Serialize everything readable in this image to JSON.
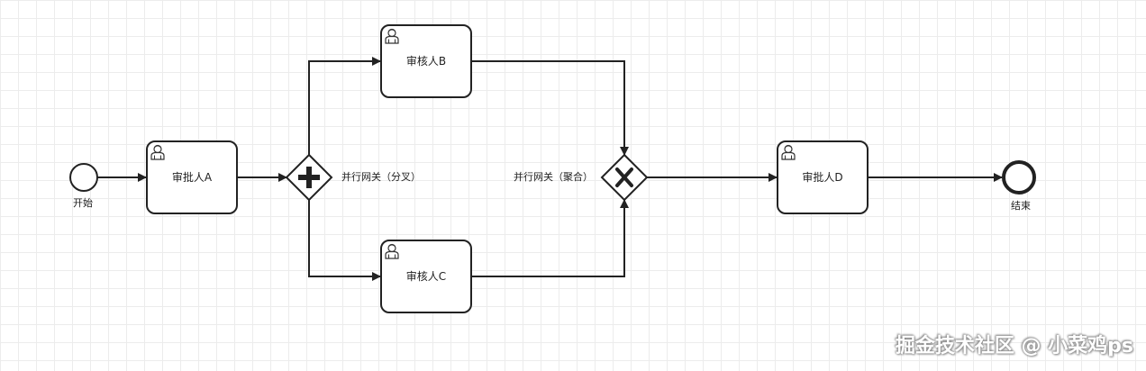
{
  "start_event": {
    "label": "开始"
  },
  "end_event": {
    "label": "结束"
  },
  "tasks": {
    "approver_a": {
      "label": "审批人A",
      "icon": "user-icon"
    },
    "reviewer_b": {
      "label": "审核人B",
      "icon": "user-icon"
    },
    "reviewer_c": {
      "label": "审核人C",
      "icon": "user-icon"
    },
    "approver_d": {
      "label": "审批人D",
      "icon": "user-icon"
    }
  },
  "gateways": {
    "split": {
      "label": "并行网关（分叉）",
      "icon": "parallel-plus-icon"
    },
    "join": {
      "label": "并行网关（聚合）",
      "icon": "exclusive-x-icon"
    }
  },
  "watermark": "掘金技术社区 @ 小菜鸡ps"
}
